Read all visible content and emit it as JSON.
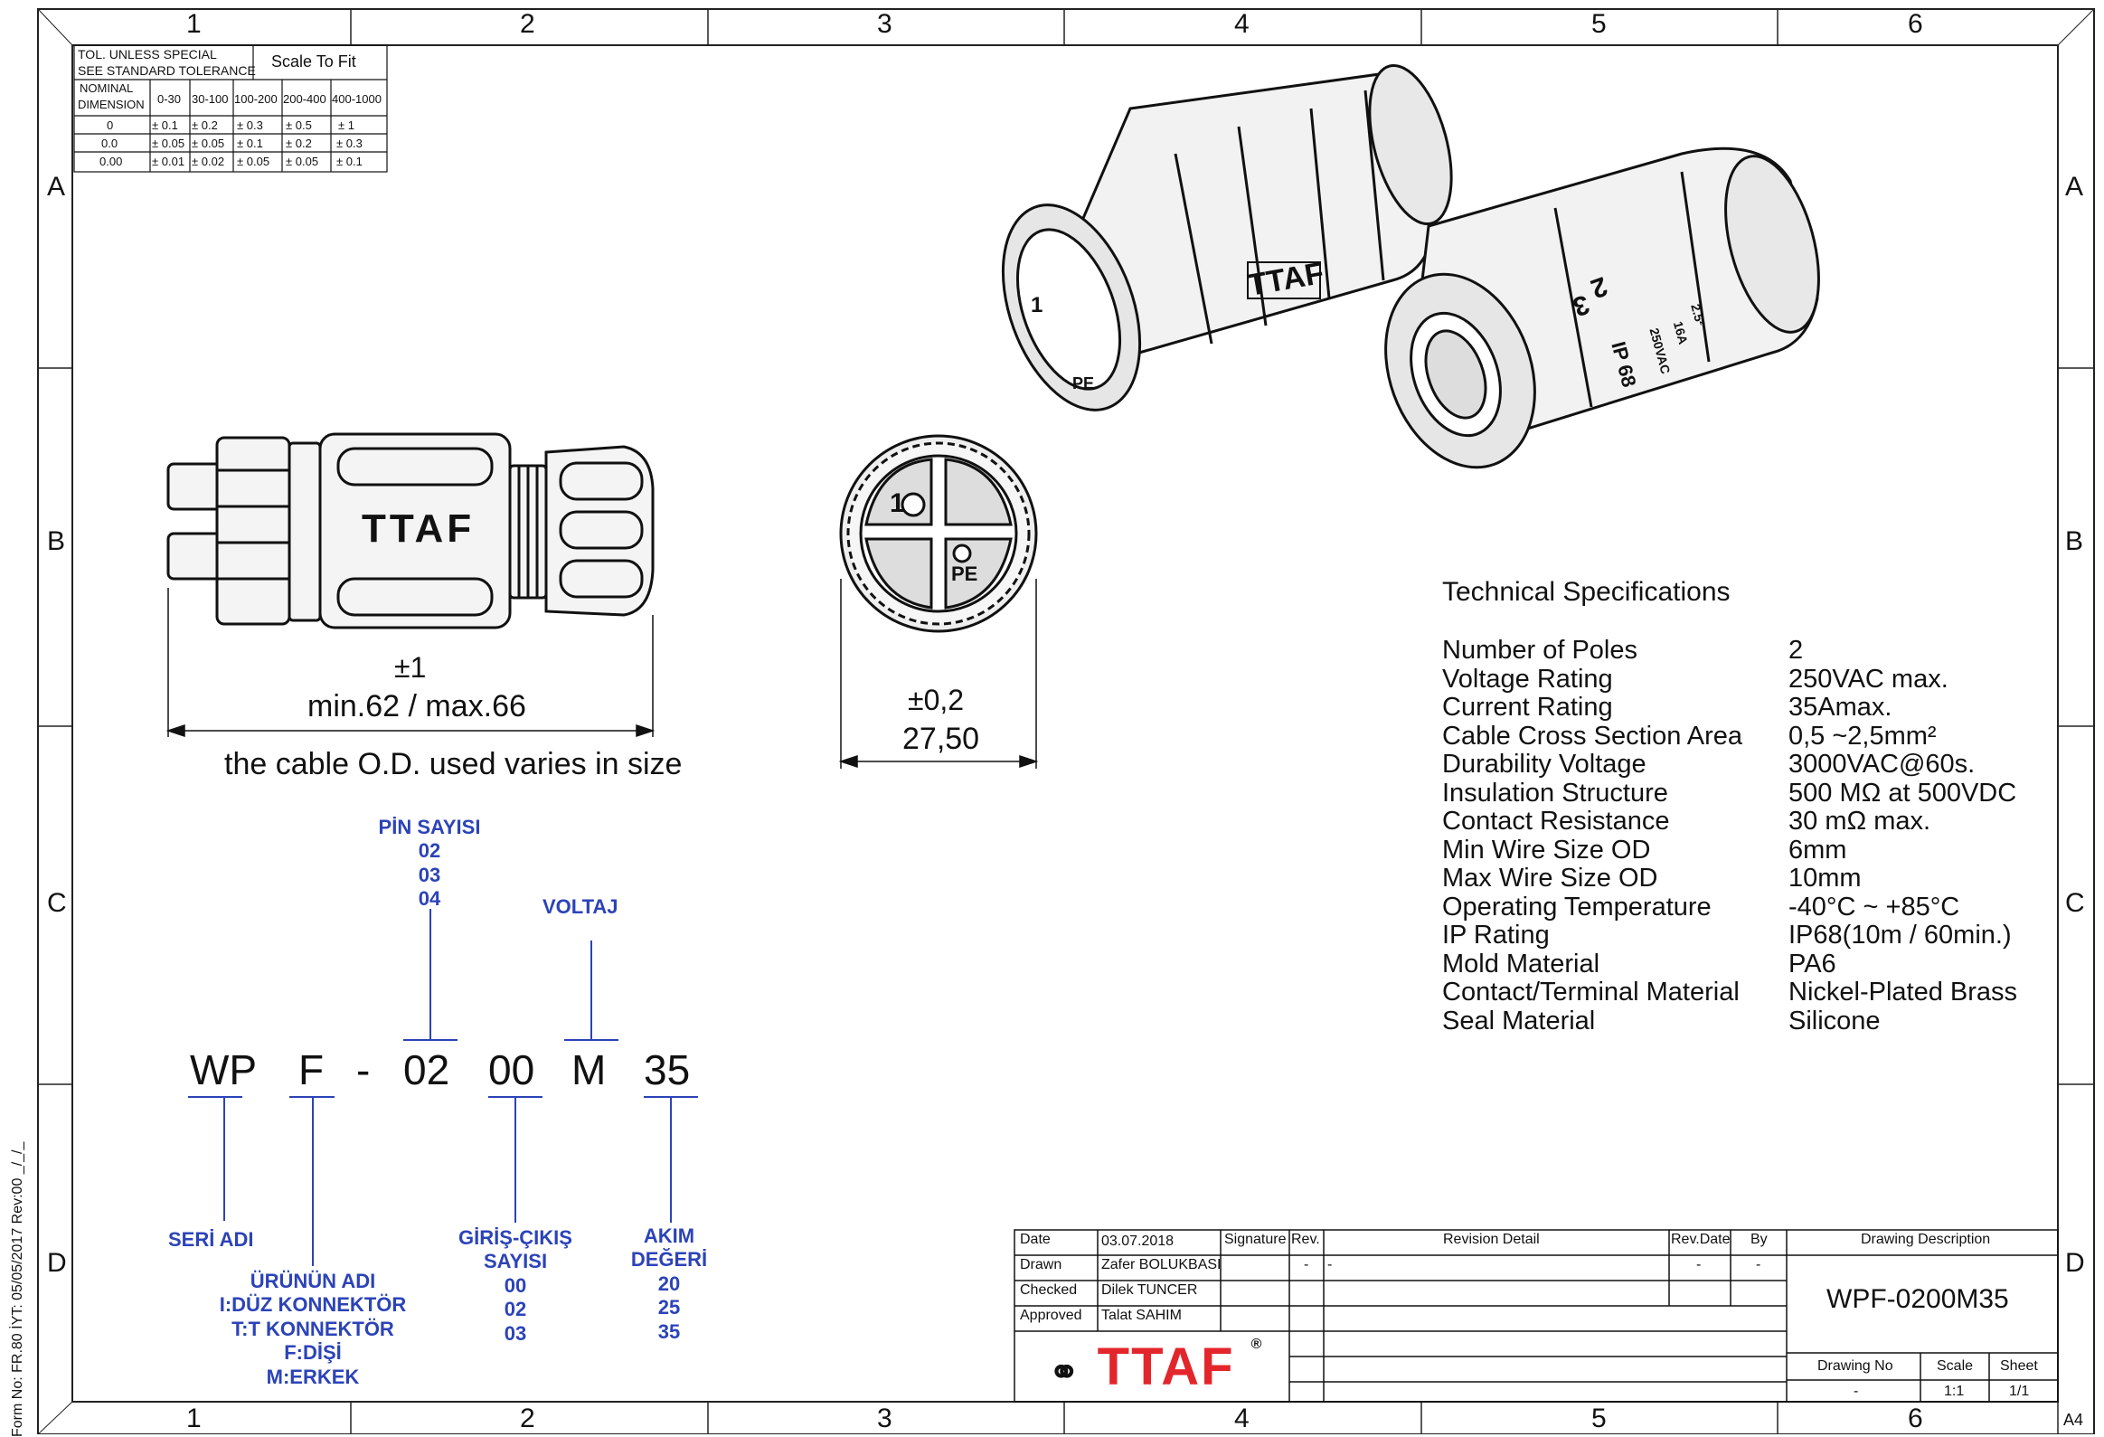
{
  "frame": {
    "columns": [
      "1",
      "2",
      "3",
      "4",
      "5",
      "6"
    ],
    "rows": [
      "A",
      "B",
      "C",
      "D"
    ],
    "sheet_size": "A4",
    "form_note": "Form No: FR.80  İYT: 05/05/2017  Rev:00  _/_/_"
  },
  "tolerance_table": {
    "header_left": "TOL. UNLESS SPECIAL SEE STANDARD TOLERANCE",
    "header_left_line1": "TOL. UNLESS SPECIAL",
    "header_left_line2": "SEE STANDARD TOLERANCE",
    "header_right": "Scale To Fit",
    "nominal_label_line1": "NOMINAL",
    "nominal_label_line2": "DIMENSION",
    "ranges": [
      "0-30",
      "30-100",
      "100-200",
      "200-400",
      "400-1000"
    ],
    "rows": [
      {
        "nominal": "0",
        "values": [
          "± 0.1",
          "± 0.2",
          "± 0.3",
          "± 0.5",
          "± 1"
        ]
      },
      {
        "nominal": "0.0",
        "values": [
          "± 0.05",
          "± 0.05",
          "± 0.1",
          "± 0.2",
          "± 0.3"
        ]
      },
      {
        "nominal": "0.00",
        "values": [
          "± 0.01",
          "± 0.02",
          "± 0.05",
          "± 0.05",
          "± 0.1"
        ]
      }
    ]
  },
  "side_view": {
    "brand_mark": "TTAF",
    "tolerance": "±1",
    "length": "min.62 / max.66",
    "note": "the cable O.D. used varies in size"
  },
  "front_view": {
    "pin1_label": "1",
    "pe_label": "PE",
    "tolerance": "±0,2",
    "diameter": "27,50"
  },
  "iso_views": {
    "left_marks": [
      "TTAF",
      "1",
      "PE"
    ],
    "right_marks": [
      "2",
      "3",
      "IP 68",
      "250VAC",
      "16A",
      "2.5²"
    ]
  },
  "specs": {
    "title": "Technical Specifications",
    "items": [
      {
        "label": "Number of Poles",
        "value": "2"
      },
      {
        "label": "Voltage Rating",
        "value": "250VAC max."
      },
      {
        "label": "Current Rating",
        "value": "35Amax."
      },
      {
        "label": "Cable Cross Section Area",
        "value": "0,5 ~2,5mm²"
      },
      {
        "label": "Durability Voltage",
        "value": "3000VAC@60s."
      },
      {
        "label": "Insulation Structure",
        "value": "500 MΩ at 500VDC"
      },
      {
        "label": "Contact Resistance",
        "value": "30 mΩ max."
      },
      {
        "label": "Min Wire Size OD",
        "value": "6mm"
      },
      {
        "label": "Max Wire Size OD",
        "value": "10mm"
      },
      {
        "label": "Operating Temperature",
        "value": "-40°C ~ +85°C"
      },
      {
        "label": "IP Rating",
        "value": "IP68(10m / 60min.)"
      },
      {
        "label": "Mold Material",
        "value": "PA6"
      },
      {
        "label": "Contact/Terminal Material",
        "value": "Nickel-Plated Brass"
      },
      {
        "label": "Seal Material",
        "value": "Silicone"
      }
    ]
  },
  "part_code": {
    "segments": [
      "WP",
      "F",
      "-",
      "02",
      "00",
      "M",
      "35"
    ],
    "callouts": {
      "pin_title": "PİN SAYISI",
      "pin_values": [
        "02",
        "03",
        "04"
      ],
      "voltage_title": "VOLTAJ",
      "series_title": "SERİ ADI",
      "product_title": "ÜRÜNÜN ADI",
      "product_values": [
        "I:DÜZ KONNEKTÖR",
        "T:T KONNEKTÖR",
        "F:DİŞİ",
        "M:ERKEK"
      ],
      "io_title_line1": "GİRİŞ-ÇIKIŞ",
      "io_title_line2": "SAYISI",
      "io_values": [
        "00",
        "02",
        "03"
      ],
      "current_title_line1": "AKIM",
      "current_title_line2": "DEĞERİ",
      "current_values": [
        "20",
        "25",
        "35"
      ]
    }
  },
  "title_block": {
    "date_label": "Date",
    "date_value": "03.07.2018",
    "drawn_label": "Drawn",
    "drawn_value": "Zafer BOLUKBASI",
    "checked_label": "Checked",
    "checked_value": "Dilek TUNCER",
    "approved_label": "Approved",
    "approved_value": "Talat SAHIM",
    "signature_label": "Signature",
    "rev_label": "Rev.",
    "revision_detail_label": "Revision Detail",
    "rev_date_label": "Rev.Date",
    "by_label": "By",
    "drawing_description_label": "Drawing Description",
    "drawing_description": "WPF-0200M35",
    "drawing_no_label": "Drawing No",
    "drawing_no": "-",
    "scale_label": "Scale",
    "scale_value": "1:1",
    "sheet_label": "Sheet",
    "sheet_value": "1/1",
    "dash": "-",
    "logo_text": "TTAF",
    "logo_registered": "®",
    "logo_color": "#e3262b"
  }
}
